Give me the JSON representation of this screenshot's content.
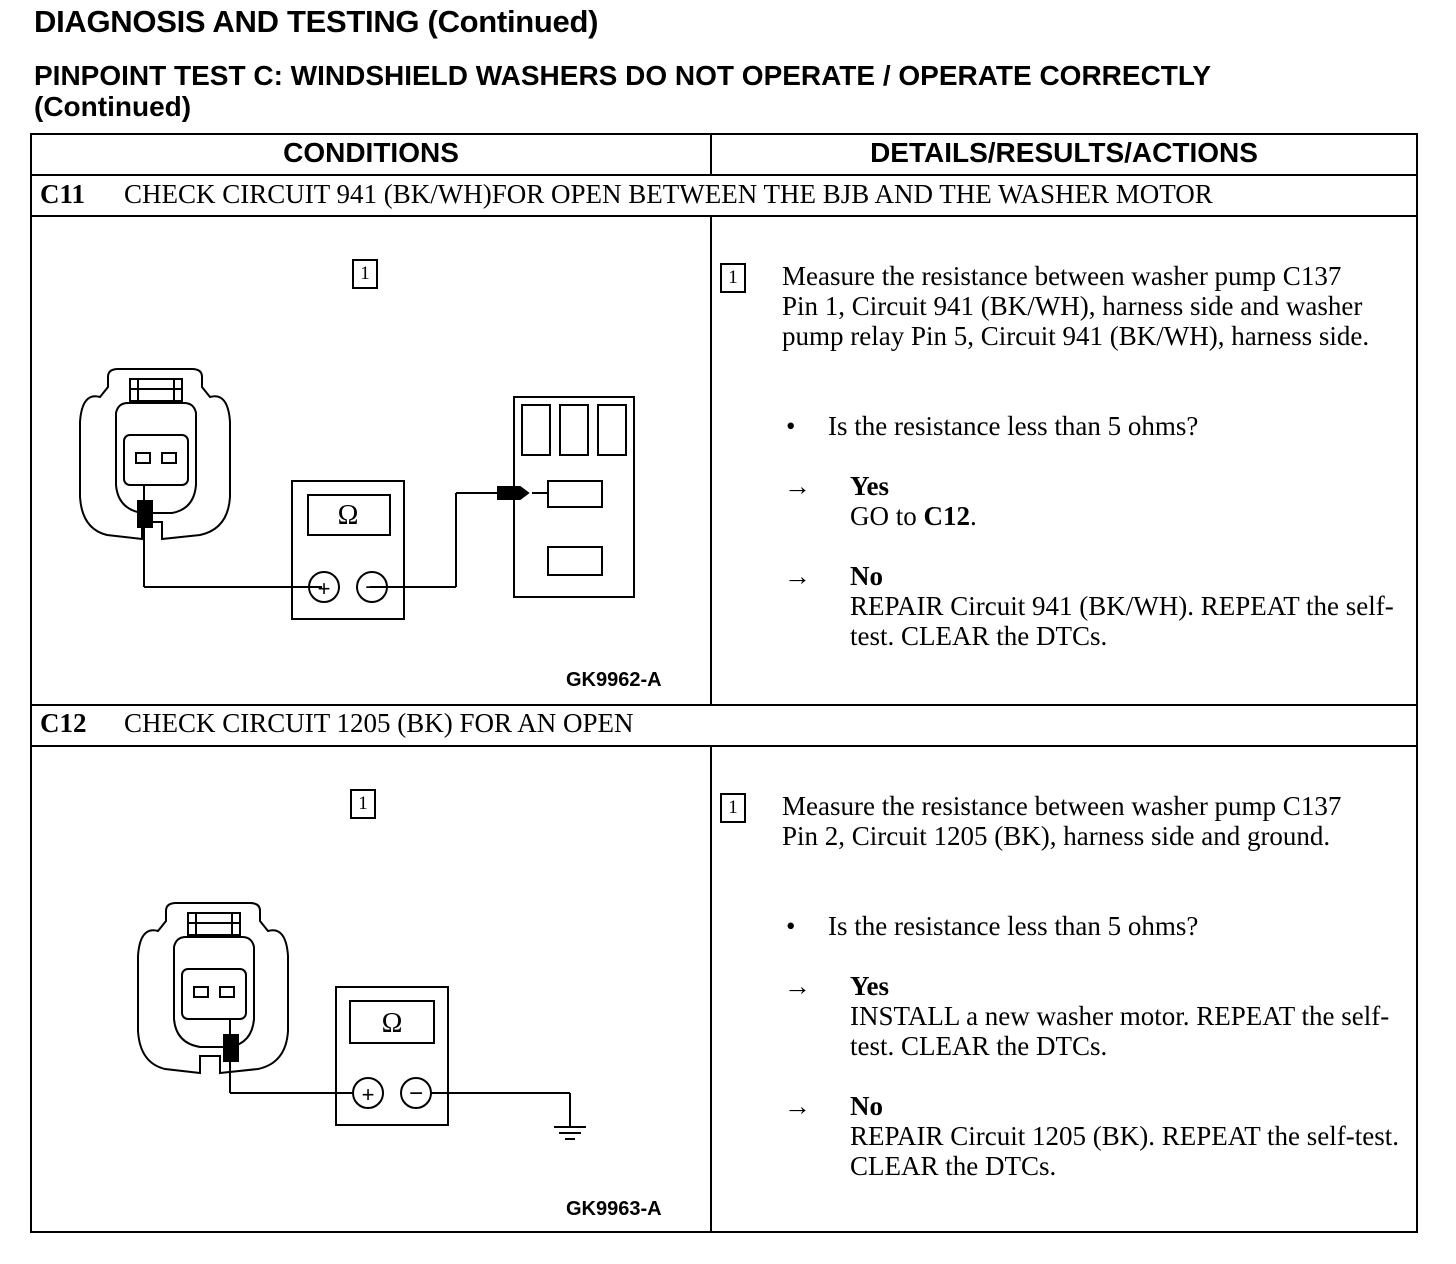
{
  "header": {
    "title": "DIAGNOSIS AND TESTING (Continued)",
    "subtitle_line1": "PINPOINT TEST C:  WINDSHIELD WASHERS DO NOT OPERATE / OPERATE CORRECTLY",
    "subtitle_line2": "(Continued)"
  },
  "table": {
    "col_conditions": "CONDITIONS",
    "col_details": "DETAILS/RESULTS/ACTIONS"
  },
  "steps": [
    {
      "id": "C11",
      "title": "CHECK CIRCUIT 941 (BK/WH)FOR OPEN BETWEEN THE BJB AND THE WASHER MOTOR",
      "figure_marker": "1",
      "figure_id": "GK9962-A",
      "meter_symbol": "Ω",
      "detail_marker": "1",
      "instruction": "Measure the resistance between washer pump C137 Pin 1, Circuit 941 (BK/WH), harness side and washer pump relay Pin 5, Circuit 941 (BK/WH), harness side.",
      "question": "Is the resistance less than 5 ohms?",
      "yes_label": "Yes",
      "yes_action_prefix": "GO to ",
      "yes_action_bold": "C12",
      "yes_action_suffix": ".",
      "no_label": "No",
      "no_action": "REPAIR Circuit 941 (BK/WH). REPEAT the self-test. CLEAR the DTCs."
    },
    {
      "id": "C12",
      "title": "CHECK CIRCUIT 1205 (BK) FOR AN OPEN",
      "figure_marker": "1",
      "figure_id": "GK9963-A",
      "meter_symbol": "Ω",
      "detail_marker": "1",
      "instruction": "Measure the resistance between washer pump C137 Pin 2, Circuit 1205 (BK), harness side and ground.",
      "question": "Is the resistance less than 5 ohms?",
      "yes_label": "Yes",
      "yes_action": "INSTALL a new washer motor. REPEAT the self-test. CLEAR the DTCs.",
      "no_label": "No",
      "no_action": "REPAIR Circuit 1205 (BK). REPEAT the self-test. CLEAR the DTCs."
    }
  ],
  "symbols": {
    "bullet": "•",
    "arrow": "→",
    "plus": "+",
    "minus": "−"
  }
}
